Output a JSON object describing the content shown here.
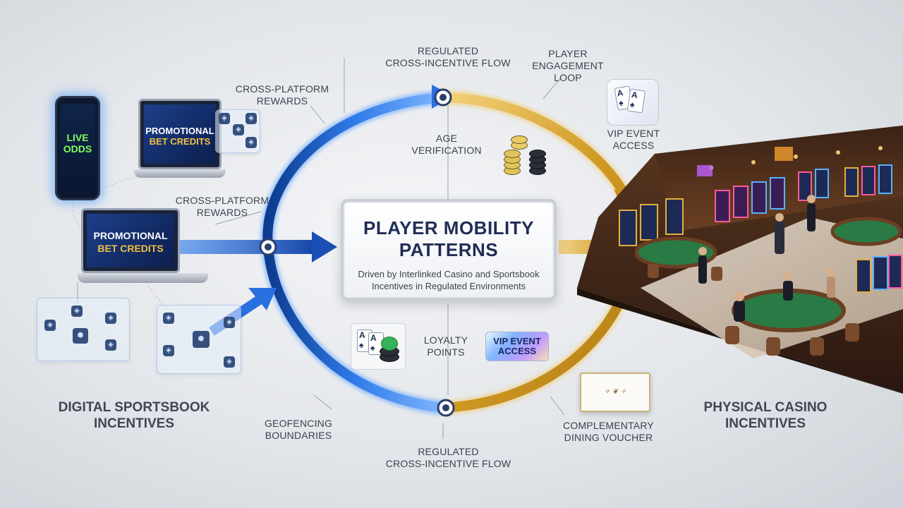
{
  "labels": {
    "regulated_top_1": "REGULATED",
    "regulated_top_2": "CROSS-INCENTIVE FLOW",
    "engagement_1": "PLAYER",
    "engagement_2": "ENGAGEMENT",
    "engagement_3": "LOOP",
    "cpr_top_1": "CROSS-PLATFORM",
    "cpr_top_2": "REWARDS",
    "cpr_mid_1": "CROSS-PLATFORM",
    "cpr_mid_2": "REWARDS",
    "age_1": "AGE",
    "age_2": "VERIFICATION",
    "vip_right_1": "VIP EVENT",
    "vip_right_2": "ACCESS",
    "loyalty_1": "LOYALTY",
    "loyalty_2": "POINTS",
    "vip_badge_1": "VIP EVENT",
    "vip_badge_2": "ACCESS",
    "geo_1": "GEOFENCING",
    "geo_2": "BOUNDARIES",
    "regulated_bottom_1": "REGULATED",
    "regulated_bottom_2": "CROSS-INCENTIVE FLOW",
    "dining_1": "COMPLEMENTARY",
    "dining_2": "DINING VOUCHER",
    "digital_1": "DIGITAL SPORTSBOOK",
    "digital_2": "INCENTIVES",
    "physical_1": "PHYSICAL CASINO",
    "physical_2": "INCENTIVES"
  },
  "center": {
    "title_1": "PLAYER MOBILITY",
    "title_2": "PATTERNS",
    "sub_1": "Driven by Interlinked Casino and Sportsbook",
    "sub_2": "Incentives in Regulated Environments"
  },
  "devices": {
    "phone_1": "LIVE",
    "phone_2": "ODDS",
    "laptop_top_1": "PROMOTIONAL",
    "laptop_top_2": "BET CREDITS",
    "laptop_main_1": "PROMOTIONAL",
    "laptop_main_2": "BET CREDITS"
  },
  "colors": {
    "blue_arc": "#1f5fc4",
    "gold_arc": "#d8a838",
    "center_title": "#1f2c54",
    "phone_text": "#7dff5a",
    "laptop_text_gold": "#f0c040"
  }
}
